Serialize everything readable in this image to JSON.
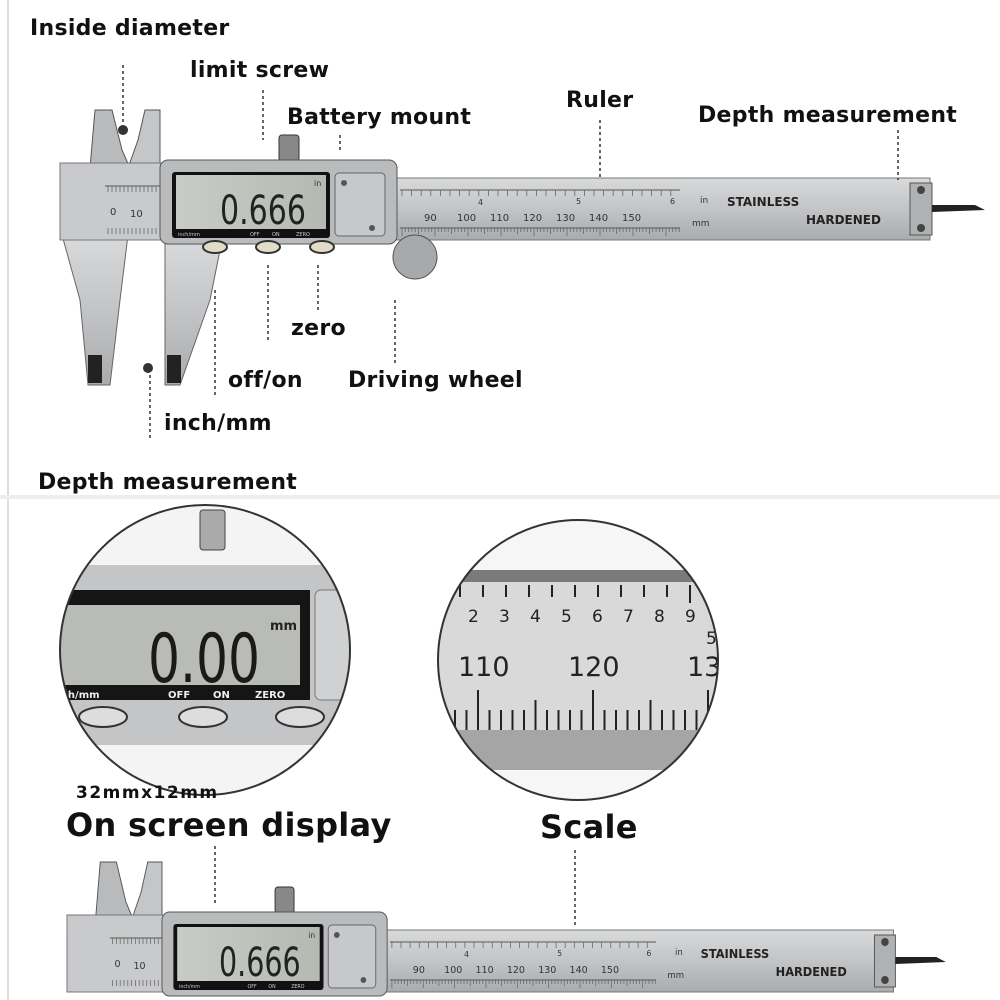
{
  "labels": {
    "inside_diameter": "Inside diameter",
    "limit_screw": "limit screw",
    "battery_mount": "Battery mount",
    "ruler": "Ruler",
    "depth_measurement_top": "Depth measurement",
    "zero": "zero",
    "off_on": "off/on",
    "driving_wheel": "Driving wheel",
    "inch_mm": "inch/mm",
    "depth_measurement_section": "Depth measurement",
    "display_size": "32mmx12mm",
    "on_screen_display": "On screen display",
    "scale": "Scale"
  },
  "caliper": {
    "reading": "0.666",
    "reading_unit": "in",
    "button_labels": [
      "inch/mm",
      "OFF",
      "ON",
      "ZERO"
    ],
    "ruler_mm_numbers": [
      "90",
      "100",
      "110",
      "120",
      "130",
      "140",
      "150"
    ],
    "jaw_mm_numbers": [
      "0",
      "10"
    ],
    "inch_numbers": [
      "4",
      "5",
      "6"
    ],
    "unit_in": "in",
    "unit_mm": "mm",
    "stamp_line1": "STAINLESS",
    "stamp_line2": "HARDENED"
  },
  "display_zoom": {
    "reading": "0.00",
    "unit": "mm",
    "button_labels": [
      "ch/mm",
      "OFF",
      "ON",
      "ZERO"
    ]
  },
  "scale_zoom": {
    "inch_subdivisions": [
      "2",
      "3",
      "4",
      "5",
      "6",
      "7",
      "8",
      "9"
    ],
    "inch_number": "5",
    "mm_numbers": [
      "110",
      "120",
      "13"
    ]
  }
}
